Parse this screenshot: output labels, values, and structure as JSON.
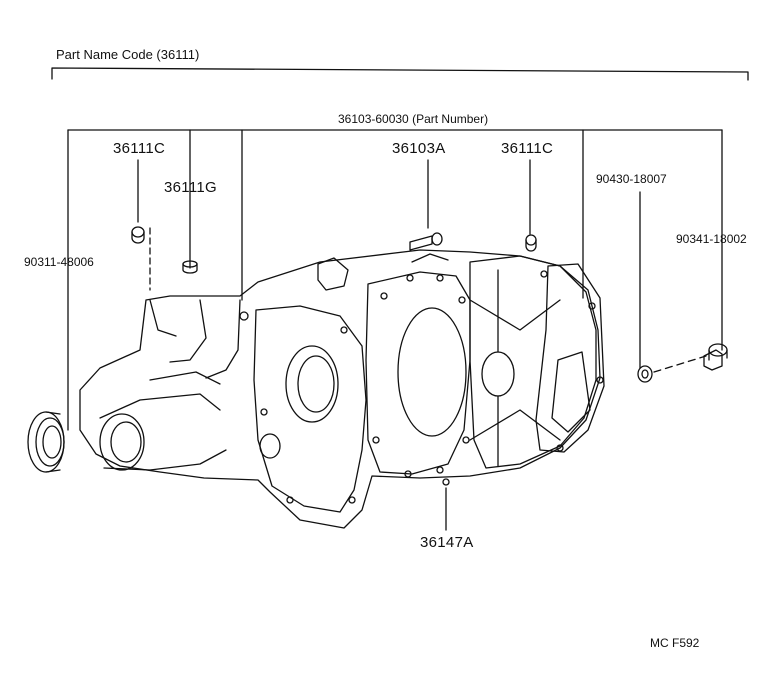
{
  "header": {
    "part_name_code": "Part Name Code (36111)",
    "assembly_number": "36103-60030 (Part Number)"
  },
  "callouts": {
    "c_36111C_left": "36111C",
    "c_36111G": "36111G",
    "c_36103A": "36103A",
    "c_36111C_right": "36111C",
    "c_90430": "90430-18007",
    "c_90341": "90341-18002",
    "c_90311": "90311-48006",
    "c_36147A": "36147A"
  },
  "footer": {
    "figure_code": "MC  F592"
  }
}
